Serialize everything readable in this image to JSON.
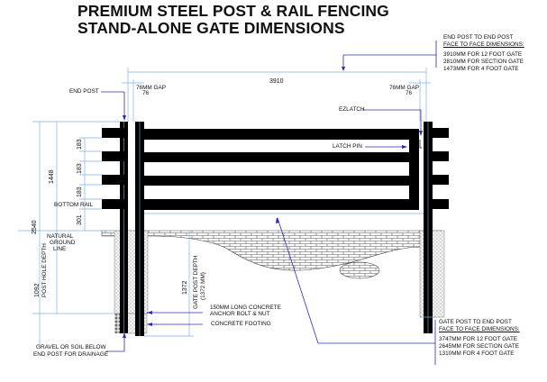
{
  "title": {
    "line1": "PREMIUM STEEL POST & RAIL FENCING",
    "line2": "STAND-ALONE GATE DIMENSIONS"
  },
  "colors": {
    "post": "#000000",
    "dimension_line": "#7fb2e5",
    "leader_line": "#2b2bb3",
    "text": "#111111",
    "background": "#ffffff"
  },
  "end_to_end_note": {
    "heading1": "END POST TO END POST",
    "heading2": "FACE TO FACE DIMENSIONS:",
    "lines": [
      "3910MM FOR 12 FOOT GATE",
      "2810MM FOR SECTION GATE",
      "1473MM FOR 4 FOOT GATE"
    ]
  },
  "gate_to_end_note": {
    "heading1": "GATE POST TO END POST",
    "heading2": "FACE TO FACE DIMENSIONS:",
    "lines": [
      "3747MM FOR 12 FOOT GATE",
      "2645MM FOR SECTION GATE",
      "1310MM FOR 4 FOOT GATE"
    ]
  },
  "dimensions": {
    "overall_width": "3910",
    "left_gap_label": "76MM GAP",
    "left_gap_value": "76",
    "right_gap_label": "76MM GAP",
    "right_gap_value": "76",
    "total_height": "2540",
    "above_ground": "1448",
    "rail_spacing": [
      "183",
      "183",
      "183"
    ],
    "bottom_clearance": "301",
    "post_hole_depth": "1092",
    "gate_post_depth": "1372"
  },
  "labels": {
    "end_post": "END POST",
    "ezlatch": "EZLATCH",
    "latch_pin": "LATCH PIN",
    "bottom_rail": "BOTTOM RAIL",
    "natural_ground_line": [
      "NATURAL",
      "GROUND",
      "LINE"
    ],
    "post_hole_depth": "POST HOLE DEPTH",
    "gate_post_depth": "GATE POST DEPTH",
    "gate_post_depth_mm": "(1372 MM)",
    "anchor_bolt": [
      "150MM LONG CONCRETE",
      "ANCHOR BOLT & NUT"
    ],
    "concrete_footing": "CONCRETE FOOTING",
    "gravel_note": [
      "GRAVEL OR SOIL BELOW",
      "END POST FOR DRAINAGE"
    ]
  }
}
